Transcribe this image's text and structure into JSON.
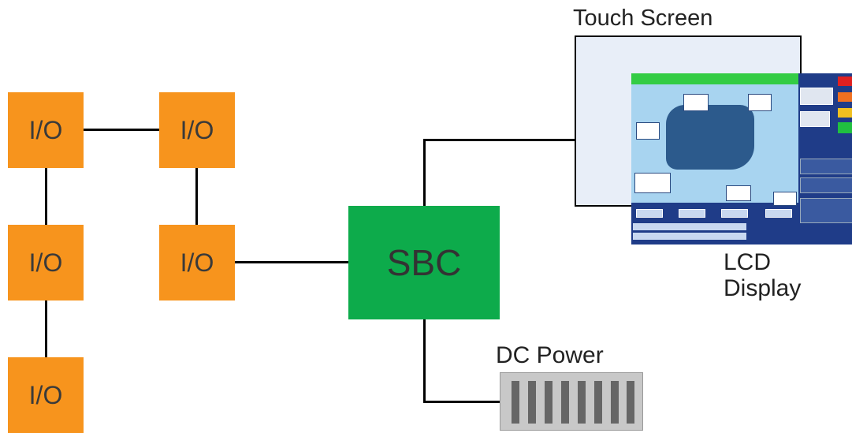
{
  "diagram": {
    "io_label": "I/O",
    "sbc_label": "SBC",
    "touch_screen_label": "Touch Screen",
    "lcd_label_line1": "LCD",
    "lcd_label_line2": "Display",
    "dc_power_label": "DC Power"
  },
  "colors": {
    "io": "#f7941d",
    "sbc": "#0dab4b",
    "touch_screen": "#e8eef8",
    "lcd_frame": "#1f3c88",
    "lcd_header": "#33cc44",
    "lcd_panel": "#a8d4f0"
  }
}
